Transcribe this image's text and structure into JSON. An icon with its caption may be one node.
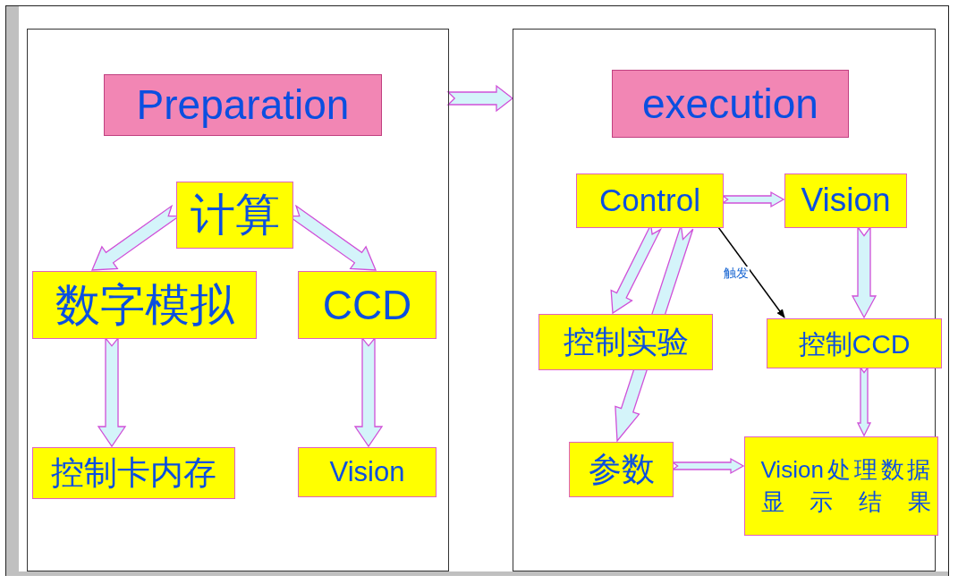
{
  "diagram": {
    "nodes": [
      {
        "text": [],
        "shape": "box"
      },
      {
        "text": [
          "Preparation"
        ],
        "in": 0
      },
      {
        "text": [
          "计算"
        ],
        "in": 0
      },
      {
        "text": [
          "数字模拟"
        ],
        "in": 0
      },
      {
        "text": [
          "CCD"
        ],
        "in": 0
      },
      {
        "text": [
          "控制卡内存"
        ],
        "in": 0
      },
      {
        "text": [
          "Vision"
        ],
        "in": 0
      },
      {
        "text": [],
        "shape": "box"
      },
      {
        "text": [
          "execution"
        ],
        "in": 7
      },
      {
        "text": [
          "Control"
        ],
        "in": 7
      },
      {
        "text": [
          "Vision"
        ],
        "in": 7
      },
      {
        "text": [
          "控制实验"
        ],
        "in": 7
      },
      {
        "text": [
          "控制CCD"
        ],
        "in": 7
      },
      {
        "text": [
          "参数"
        ],
        "in": 7
      },
      {
        "text": [
          "Vision处理数据显示结果"
        ],
        "in": 7
      }
    ],
    "edges": [
      {
        "from": 0,
        "to": 7,
        "arrow": "to"
      },
      {
        "from": 2,
        "to": 3,
        "arrow": "to"
      },
      {
        "from": 2,
        "to": 4,
        "arrow": "to"
      },
      {
        "from": 3,
        "to": 5,
        "arrow": "to"
      },
      {
        "from": 4,
        "to": 6,
        "arrow": "to"
      },
      {
        "from": 9,
        "to": 10,
        "arrow": "to"
      },
      {
        "from": 9,
        "to": 11,
        "arrow": "to"
      },
      {
        "from": 9,
        "to": 13,
        "arrow": "to"
      },
      {
        "from": 9,
        "to": 12,
        "arrow": "to",
        "label": "触发",
        "color": "#000000"
      },
      {
        "from": 10,
        "to": 12,
        "arrow": "to"
      },
      {
        "from": 12,
        "to": 14,
        "arrow": "to"
      },
      {
        "from": 13,
        "to": 14,
        "arrow": "to"
      }
    ]
  }
}
